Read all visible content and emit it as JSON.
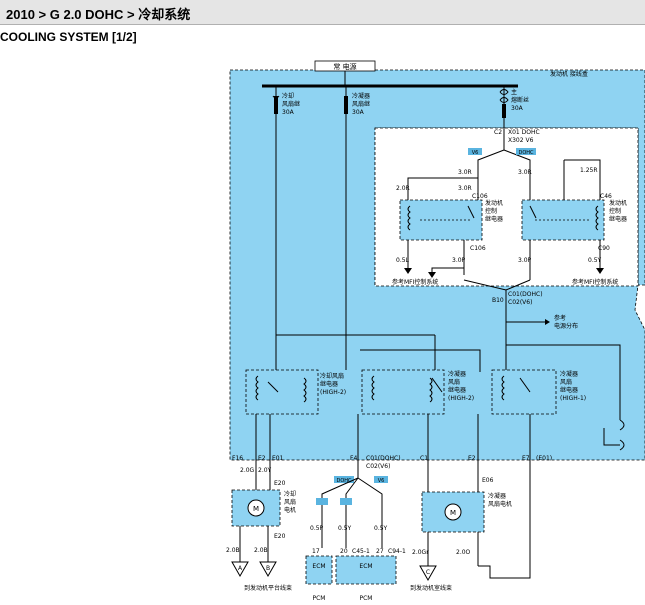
{
  "header": {
    "title": "2010 > G 2.0 DOHC > 冷却系统"
  },
  "page_title": "COOLING SYSTEM [1/2]",
  "colors": {
    "fill": "#8fd3f2",
    "tag": "#5ab4e0",
    "wire": "#000000",
    "header_bg": "#e5e5e5"
  },
  "diagram": {
    "power_label": "常 电源",
    "panel_label": "发动机 接线盒",
    "fuse_1": [
      "冷却",
      "风扇继",
      "30A"
    ],
    "fuse_2": [
      "冷凝器",
      "风扇继",
      "30A"
    ],
    "fuse_3": [
      "主",
      "熔断丝",
      "30A"
    ],
    "conn_c2": "C2",
    "conn_c2_note": [
      "X01 DOHC",
      "X302 V6"
    ],
    "tag_v6": "V6",
    "tag_dohc": "DOHC",
    "wire_2_0r": "2.0R",
    "wire_3_0r_a": "3.0R",
    "wire_3_0r_b": "3.0R",
    "wire_3_0r_c": "3.0R",
    "wire_1_25r": "1.25R",
    "conn_c106": "C106",
    "relay_ecm": [
      "发动机",
      "控制",
      "继电器"
    ],
    "conn_c46": "C46",
    "relay_main": [
      "发动机",
      "控制",
      "继电器"
    ],
    "conn_c106b": "C106",
    "conn_c90": "C90",
    "wire_0_5l": "0.5L",
    "wire_3_0p_a": "3.0P",
    "wire_3_0p_b": "3.0P",
    "wire_0_5y": "0.5Y",
    "ref_ecm_1": "参考MFI控制系统",
    "ref_ecm_2": "参考MFI控制系统",
    "conn_b10": "B10",
    "conn_c01": [
      "C01(DOHC)",
      "C02(V6)"
    ],
    "ref_power": [
      "参考",
      "电源分布"
    ],
    "relay_rad_high": [
      "冷却风扇",
      "继电器",
      "(HIGH-2)"
    ],
    "relay_cond_high": [
      "冷凝器",
      "风扇",
      "继电器",
      "(HIGH-2)"
    ],
    "relay_cond_low": [
      "冷凝器",
      "风扇",
      "继电器",
      "(HIGH-1)"
    ],
    "conn_f16": "F16",
    "conn_e2": "E2",
    "conn_e20": "E20",
    "label_e_ref": "E20",
    "conn_e01": "E01",
    "conn_f4": "F4",
    "conn_f4_note": [
      "C01(DOHC)",
      "C02(V6)"
    ],
    "conn_c1": "C1",
    "conn_e2b": "E2",
    "conn_e7": "E7",
    "conn_e01b": "(E01)",
    "conn_e06": "E06",
    "fan_rad_label": [
      "冷却",
      "风扇",
      "电机"
    ],
    "fan_cond_label": [
      "冷凝器",
      "风扇电机"
    ],
    "wire_2_0g": "2.0G",
    "wire_2_0y": "2.0Y",
    "wire_2_0b": "2.0B",
    "wire_2_0b2": "2.0B",
    "wire_0_5p": "0.5P",
    "wire_0_5y2": "0.5Y",
    "wire_0_5y3": "0.5Y",
    "wire_2_0gr": "2.0Gr",
    "wire_2_0o": "2.0O",
    "tag_dohc2": "DOHC",
    "tag_v6_2": "V6",
    "conn_c45": "C45-1",
    "conn_c94": "C94-1",
    "pin_17": "17",
    "pin_20": "20",
    "pin_27": "27",
    "pcm_1": "PCM",
    "pcm_2": "PCM",
    "ecm_1": "ECM",
    "ecm_2": "ECM",
    "ground_a": "A",
    "ground_b": "B",
    "ground_c": "C",
    "ground_note_1": "到发动机平台线束",
    "ground_note_2": "到发动机室线束",
    "motor_letter": "M",
    "motor_letter_2": "M"
  }
}
